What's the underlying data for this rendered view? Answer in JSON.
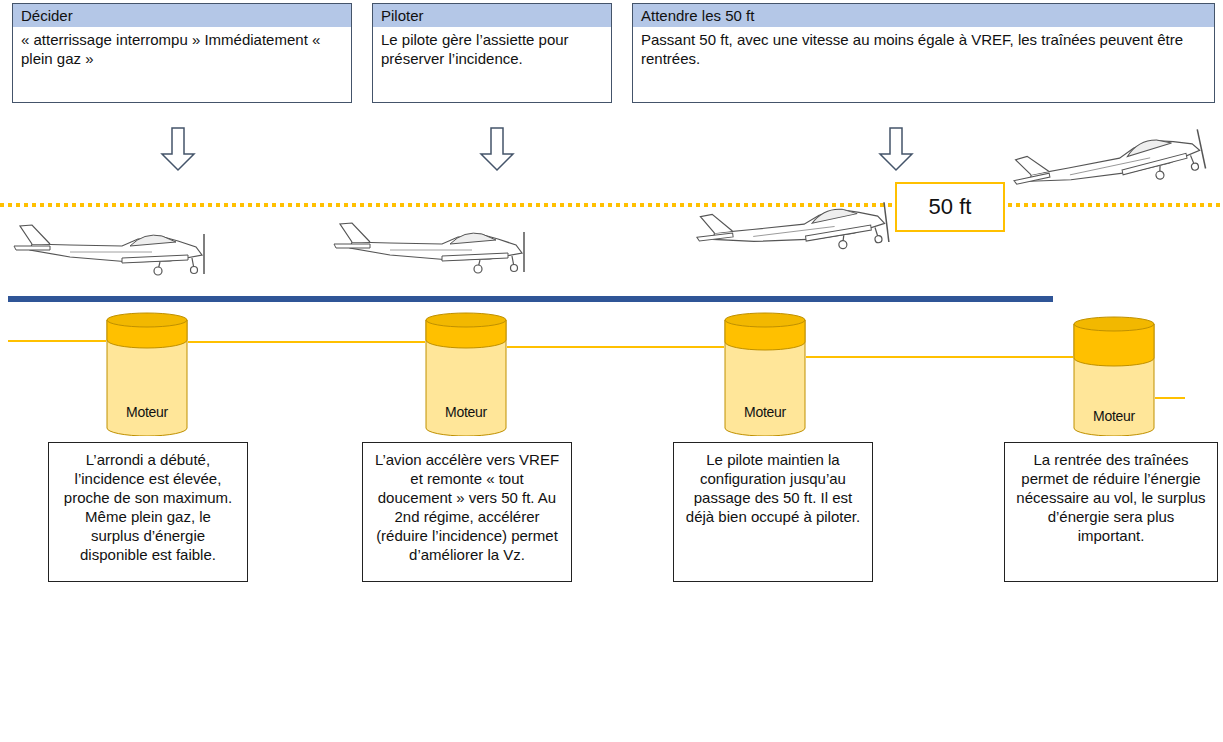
{
  "diagram": {
    "nodes": [
      {
        "text": [
          "Décider",
          "« atterrissage interrompu » Immédiatement « plein gaz »"
        ]
      },
      {
        "text": [
          "Piloter",
          "Le pilote gère l’assiette pour préserver l’incidence."
        ]
      },
      {
        "text": [
          "Attendre les 50 ft",
          "Passant 50 ft, avec une vitesse au moins égale à VREF, les traînées peuvent être rentrées."
        ]
      },
      {
        "text": [
          "50 ft"
        ]
      },
      {
        "text": [
          "Moteur"
        ]
      },
      {
        "text": [
          "Moteur"
        ]
      },
      {
        "text": [
          "Moteur"
        ]
      },
      {
        "text": [
          "Moteur"
        ]
      },
      {
        "text": [
          "L’arrondi a débuté, l’incidence est élevée, proche de son maximum. Même plein gaz, le surplus d’énergie disponible est faible."
        ]
      },
      {
        "text": [
          "L’avion accélère vers VREF et remonte « tout doucement » vers 50 ft. Au 2nd régime, accélérer (réduire l’incidence) permet d’améliorer la Vz."
        ]
      },
      {
        "text": [
          "Le pilote maintien la configuration jusqu’au passage des 50 ft. Il est déjà bien occupé à piloter."
        ]
      },
      {
        "text": [
          "La rentrée des traînées permet de réduire l’énergie nécessaire au vol, le surplus d’énergie sera plus important."
        ]
      }
    ]
  }
}
